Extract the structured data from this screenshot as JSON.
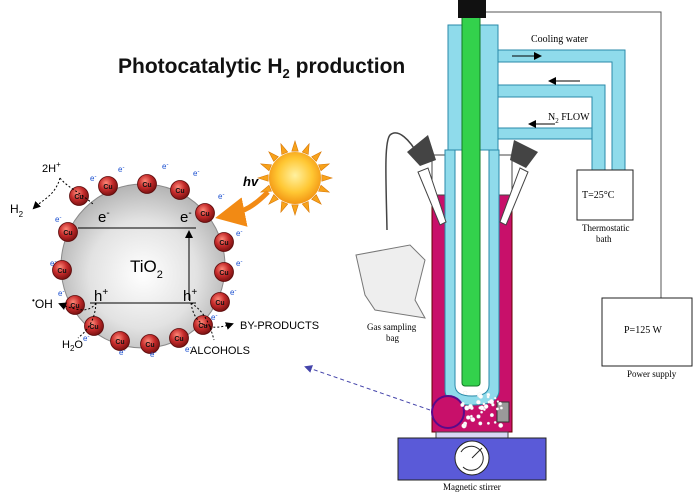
{
  "title": {
    "main": "Photocatalytic H",
    "sub": "2",
    "tail": " production"
  },
  "catalyst": {
    "tio_main": "TiO",
    "tio_sub": "2",
    "electron_label": "e",
    "electron_sign": "-",
    "hole_label": "h",
    "hole_sign": "+",
    "cu_label": "Cu",
    "e_small": "e",
    "e_small_sign": "-",
    "hv": "hv",
    "h_plus": "2H",
    "h_plus_sign": "+",
    "h2_main": "H",
    "h2_sub": "2",
    "oh_pre": "•",
    "oh": "OH",
    "h2o_main": "H",
    "h2o_sub": "2",
    "h2o_tail": "O",
    "byproducts": "BY-PRODUCTS",
    "alcohols": "ALCOHOLS"
  },
  "apparatus": {
    "cooling_water": "Cooling water",
    "n2_main": "N",
    "n2_sub": "2",
    "n2_tail": " FLOW",
    "thermostatic_temp": "T=25°C",
    "thermostatic_label_1": "Thermostatic",
    "thermostatic_label_2": "bath",
    "power": "P=125 W",
    "power_label": "Power supply",
    "gas_bag_1": "Gas sampling",
    "gas_bag_2": "bag",
    "stirrer": "Magnetic stirrer"
  },
  "colors": {
    "reactor_magenta": "#c8106a",
    "water_blue": "#8fdbeb",
    "lamp_green": "#33d14c",
    "stirrer_blue": "#5a5ad8",
    "particle_gray": "#c9c9c9",
    "cu_red": "#c42a2a",
    "sun_orange": "#f7a21b"
  }
}
